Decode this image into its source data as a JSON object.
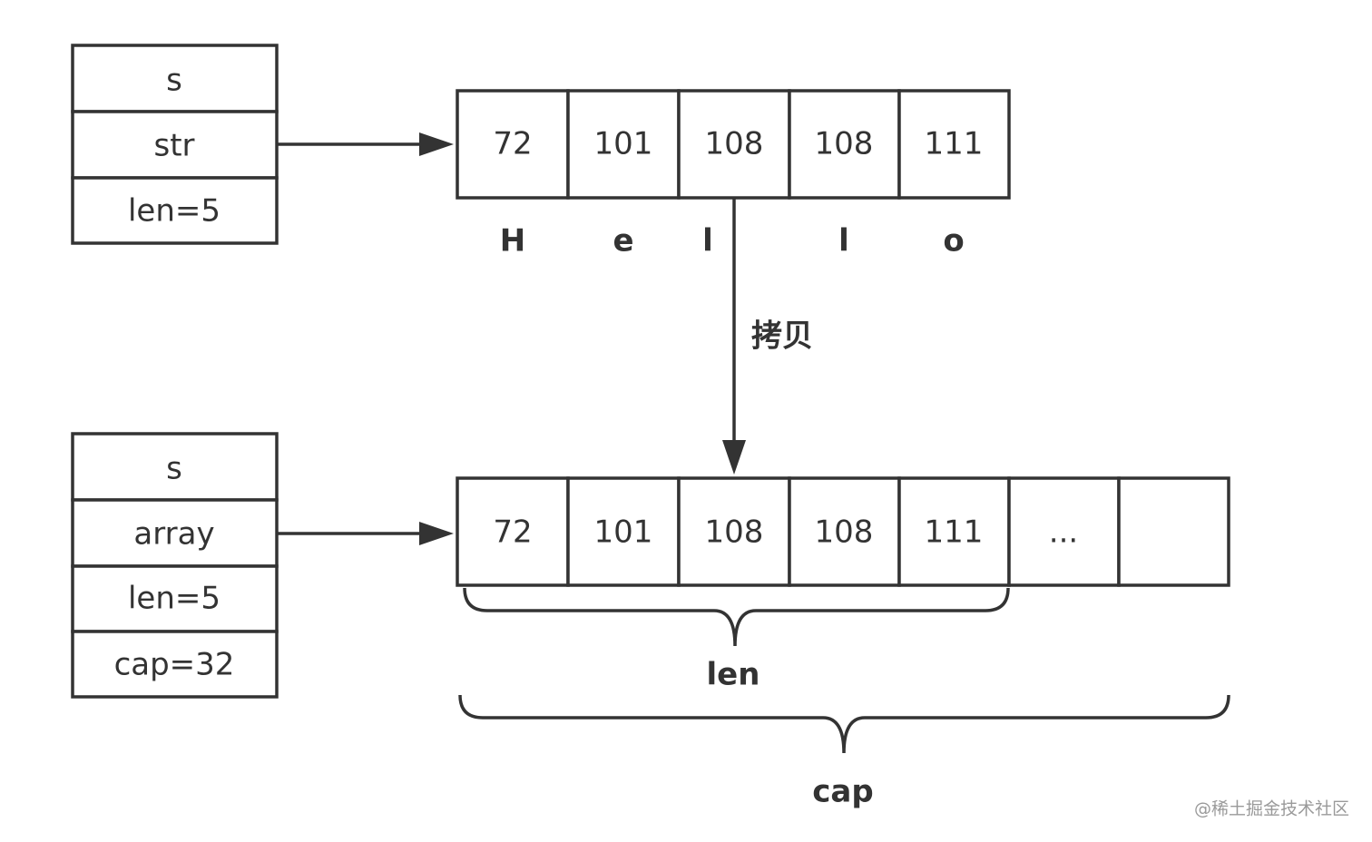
{
  "string_header": {
    "fields": [
      "s",
      "str",
      "len=5"
    ]
  },
  "slice_header": {
    "fields": [
      "s",
      "array",
      "len=5",
      "cap=32"
    ]
  },
  "string_bytes": {
    "values": [
      "72",
      "101",
      "108",
      "108",
      "111"
    ],
    "chars": [
      "H",
      "e",
      "l",
      "l",
      "o"
    ]
  },
  "slice_bytes": {
    "values": [
      "72",
      "101",
      "108",
      "108",
      "111",
      "...",
      ""
    ]
  },
  "copy_label": "拷贝",
  "len_label": "len",
  "cap_label": "cap",
  "watermark": "@稀土掘金技术社区"
}
